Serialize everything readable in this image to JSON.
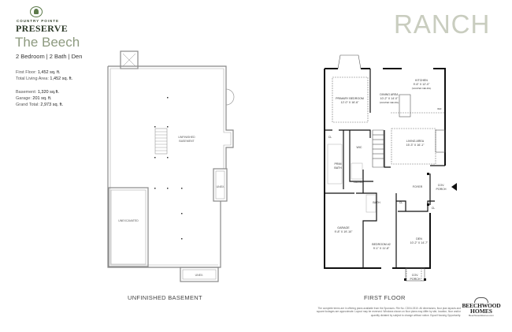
{
  "brand": {
    "emblem_icon": "tree-emblem-icon",
    "top_line": "COUNTRY POINTE",
    "name": "PRESERVE"
  },
  "plan": {
    "name": "The Beech",
    "subtitle": "2 Bedroom | 2 Bath | Den",
    "category": "RANCH"
  },
  "stats": {
    "first_floor_label": "First Floor:",
    "first_floor_value": "1,452 sq. ft.",
    "total_living_label": "Total Living Area:",
    "total_living_value": "1,452 sq. ft.",
    "basement_label": "Basement:",
    "basement_value": "1,320 sq.ft.",
    "garage_label": "Garage:",
    "garage_value": "201 sq. ft.",
    "grand_total_label": "Grand Total:",
    "grand_total_value": "2,973 sq. ft."
  },
  "basement_plan": {
    "caption": "UNFINISHED BASEMENT",
    "rooms": {
      "main_line1": "UNFINISHED",
      "main_line2": "BASEMENT",
      "unexcavated": "UNEXCAVATED",
      "unex_right": "UNEX.",
      "unex_bottom": "UNEX."
    }
  },
  "first_floor_plan": {
    "caption": "FIRST FLOOR",
    "rooms": {
      "primary_bedroom": "PRIMARY BEDROOM",
      "primary_bedroom_dim": "12'-0\" X 16'-6\"",
      "dining": "DINING AREA",
      "dining_dim": "10'-2\" X 14'-0\"",
      "dining_note": "(VAULTED CEILING)",
      "kitchen": "KITCHEN",
      "kitchen_dim": "9'-6\" X 12'-0\"",
      "kitchen_note": "(VAULTED CEILING)",
      "living": "LIVING AREA",
      "living_dim": "15'-3\" X 16'-1\"",
      "cl": "CL",
      "wic": "WIC",
      "prim_bath_1": "PRIM",
      "prim_bath_2": "BATH",
      "laund": "LAUND",
      "foyer": "FOYER",
      "cov_porch_1": "COV.",
      "cov_porch_2": "PORCH",
      "bath": "BATH",
      "garage": "GARAGE",
      "garage_dim": "9'-8\" X 19'-10\"",
      "bedroom2": "BEDROOM #2",
      "bedroom2_dim": "9'-1\" X 11'-8\"",
      "den": "DEN",
      "den_dim": "10'-2\" X 14'-7\"",
      "ref": "REF"
    }
  },
  "footer": {
    "disclaimer": "The complete terms are in offering plans available from the Sponsors. File No. CD04-0310. All dimensions, floor plan layouts and square footages are approximate. Layout may be reversed. Windows shown on floor plans may differ by site, location, floor and/or quantity dictated by subject to change without notice. Equal Housing Opportunity.",
    "builder_line1": "BEECHWOOD",
    "builder_line2": "HOMES",
    "builder_url": "BeechwoodHomes.com"
  }
}
